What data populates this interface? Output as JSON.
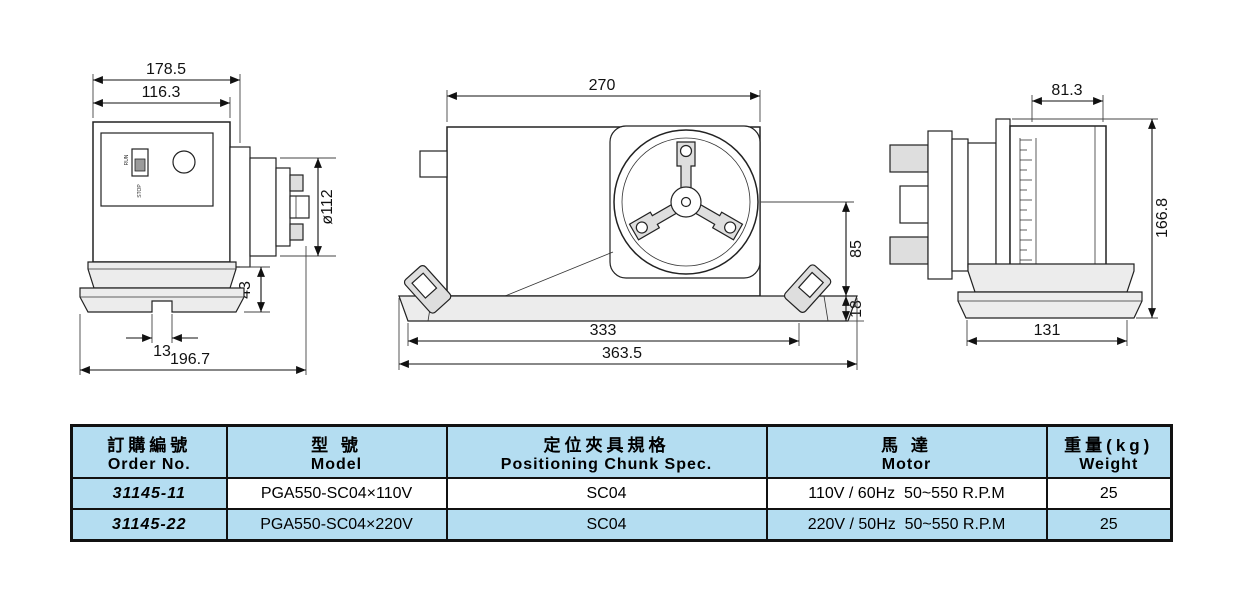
{
  "drawing": {
    "left_view": {
      "dim_width_outer": "178.5",
      "dim_width_panel": "116.3",
      "dim_chuck_diameter": "ø112",
      "dim_chuck_depth": "43",
      "dim_slot_width": "13",
      "dim_total_depth": "196.7",
      "label_run": "RUN",
      "label_stop": "STOP"
    },
    "front_view": {
      "dim_body_width": "270",
      "dim_center_height": "85",
      "dim_base_height": "18",
      "dim_base_inner_width": "333",
      "dim_base_total_width": "363.5"
    },
    "right_view": {
      "dim_top_width": "81.3",
      "dim_total_height": "166.8",
      "dim_base_width": "131"
    }
  },
  "spec_table": {
    "headers": {
      "order_no": {
        "zh": "訂購編號",
        "en": "Order No."
      },
      "model": {
        "zh": "型 號",
        "en": "Model"
      },
      "spec": {
        "zh": "定位夾具規格",
        "en": "Positioning Chunk Spec."
      },
      "motor": {
        "zh": "馬 達",
        "en": "Motor"
      },
      "weight": {
        "zh": "重量(kg)",
        "en": "Weight"
      }
    },
    "rows": [
      {
        "order_no": "31145-11",
        "model": "PGA550-SC04×110V",
        "spec": "SC04",
        "motor": "110V / 60Hz  50~550 R.P.M",
        "weight": "25"
      },
      {
        "order_no": "31145-22",
        "model": "PGA550-SC04×220V",
        "spec": "SC04",
        "motor": "220V / 50Hz  50~550 R.P.M",
        "weight": "25"
      }
    ],
    "colors": {
      "header_bg": "#b4ddf1",
      "highlight_bg": "#b4ddf1",
      "border": "#111111"
    }
  }
}
